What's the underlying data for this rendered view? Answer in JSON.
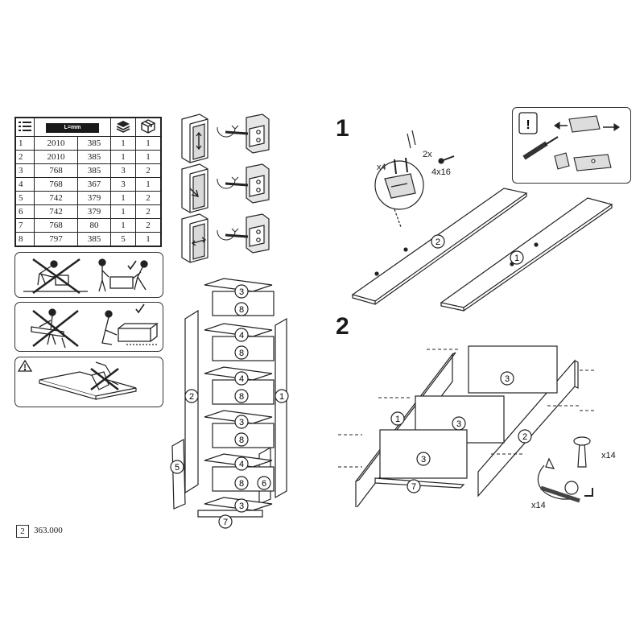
{
  "parts_table": {
    "header": {
      "list_icon": "list-icon",
      "length_label": "L=mm",
      "stack_icon": "stack-icon",
      "box_icon": "box-icon"
    },
    "rows": [
      {
        "part": "1",
        "length": "2010",
        "width": "385",
        "qty": "1",
        "pack": "1"
      },
      {
        "part": "2",
        "length": "2010",
        "width": "385",
        "qty": "1",
        "pack": "1"
      },
      {
        "part": "3",
        "length": "768",
        "width": "385",
        "qty": "3",
        "pack": "2"
      },
      {
        "part": "4",
        "length": "768",
        "width": "367",
        "qty": "3",
        "pack": "1"
      },
      {
        "part": "5",
        "length": "742",
        "width": "379",
        "qty": "1",
        "pack": "2"
      },
      {
        "part": "6",
        "length": "742",
        "width": "379",
        "qty": "1",
        "pack": "2"
      },
      {
        "part": "7",
        "length": "768",
        "width": "80",
        "qty": "1",
        "pack": "2"
      },
      {
        "part": "8",
        "length": "797",
        "width": "385",
        "qty": "5",
        "pack": "1"
      }
    ]
  },
  "steps": {
    "step1": {
      "number": "1",
      "hinge_qty": "x4",
      "screw_qty": "2x",
      "screw_size": "4x16",
      "panel_a": "2",
      "panel_b": "1"
    },
    "step2": {
      "number": "2",
      "panels": [
        "1",
        "2",
        "3",
        "3",
        "3",
        "7"
      ],
      "dowel_qty": "x14",
      "cam_qty": "x14"
    }
  },
  "exploded_view": {
    "labels": [
      "3",
      "8",
      "4",
      "8",
      "4",
      "8",
      "3",
      "8",
      "4",
      "8",
      "3",
      "2",
      "1",
      "5",
      "6",
      "7"
    ]
  },
  "footer": {
    "page": "2",
    "code": "363.000"
  }
}
